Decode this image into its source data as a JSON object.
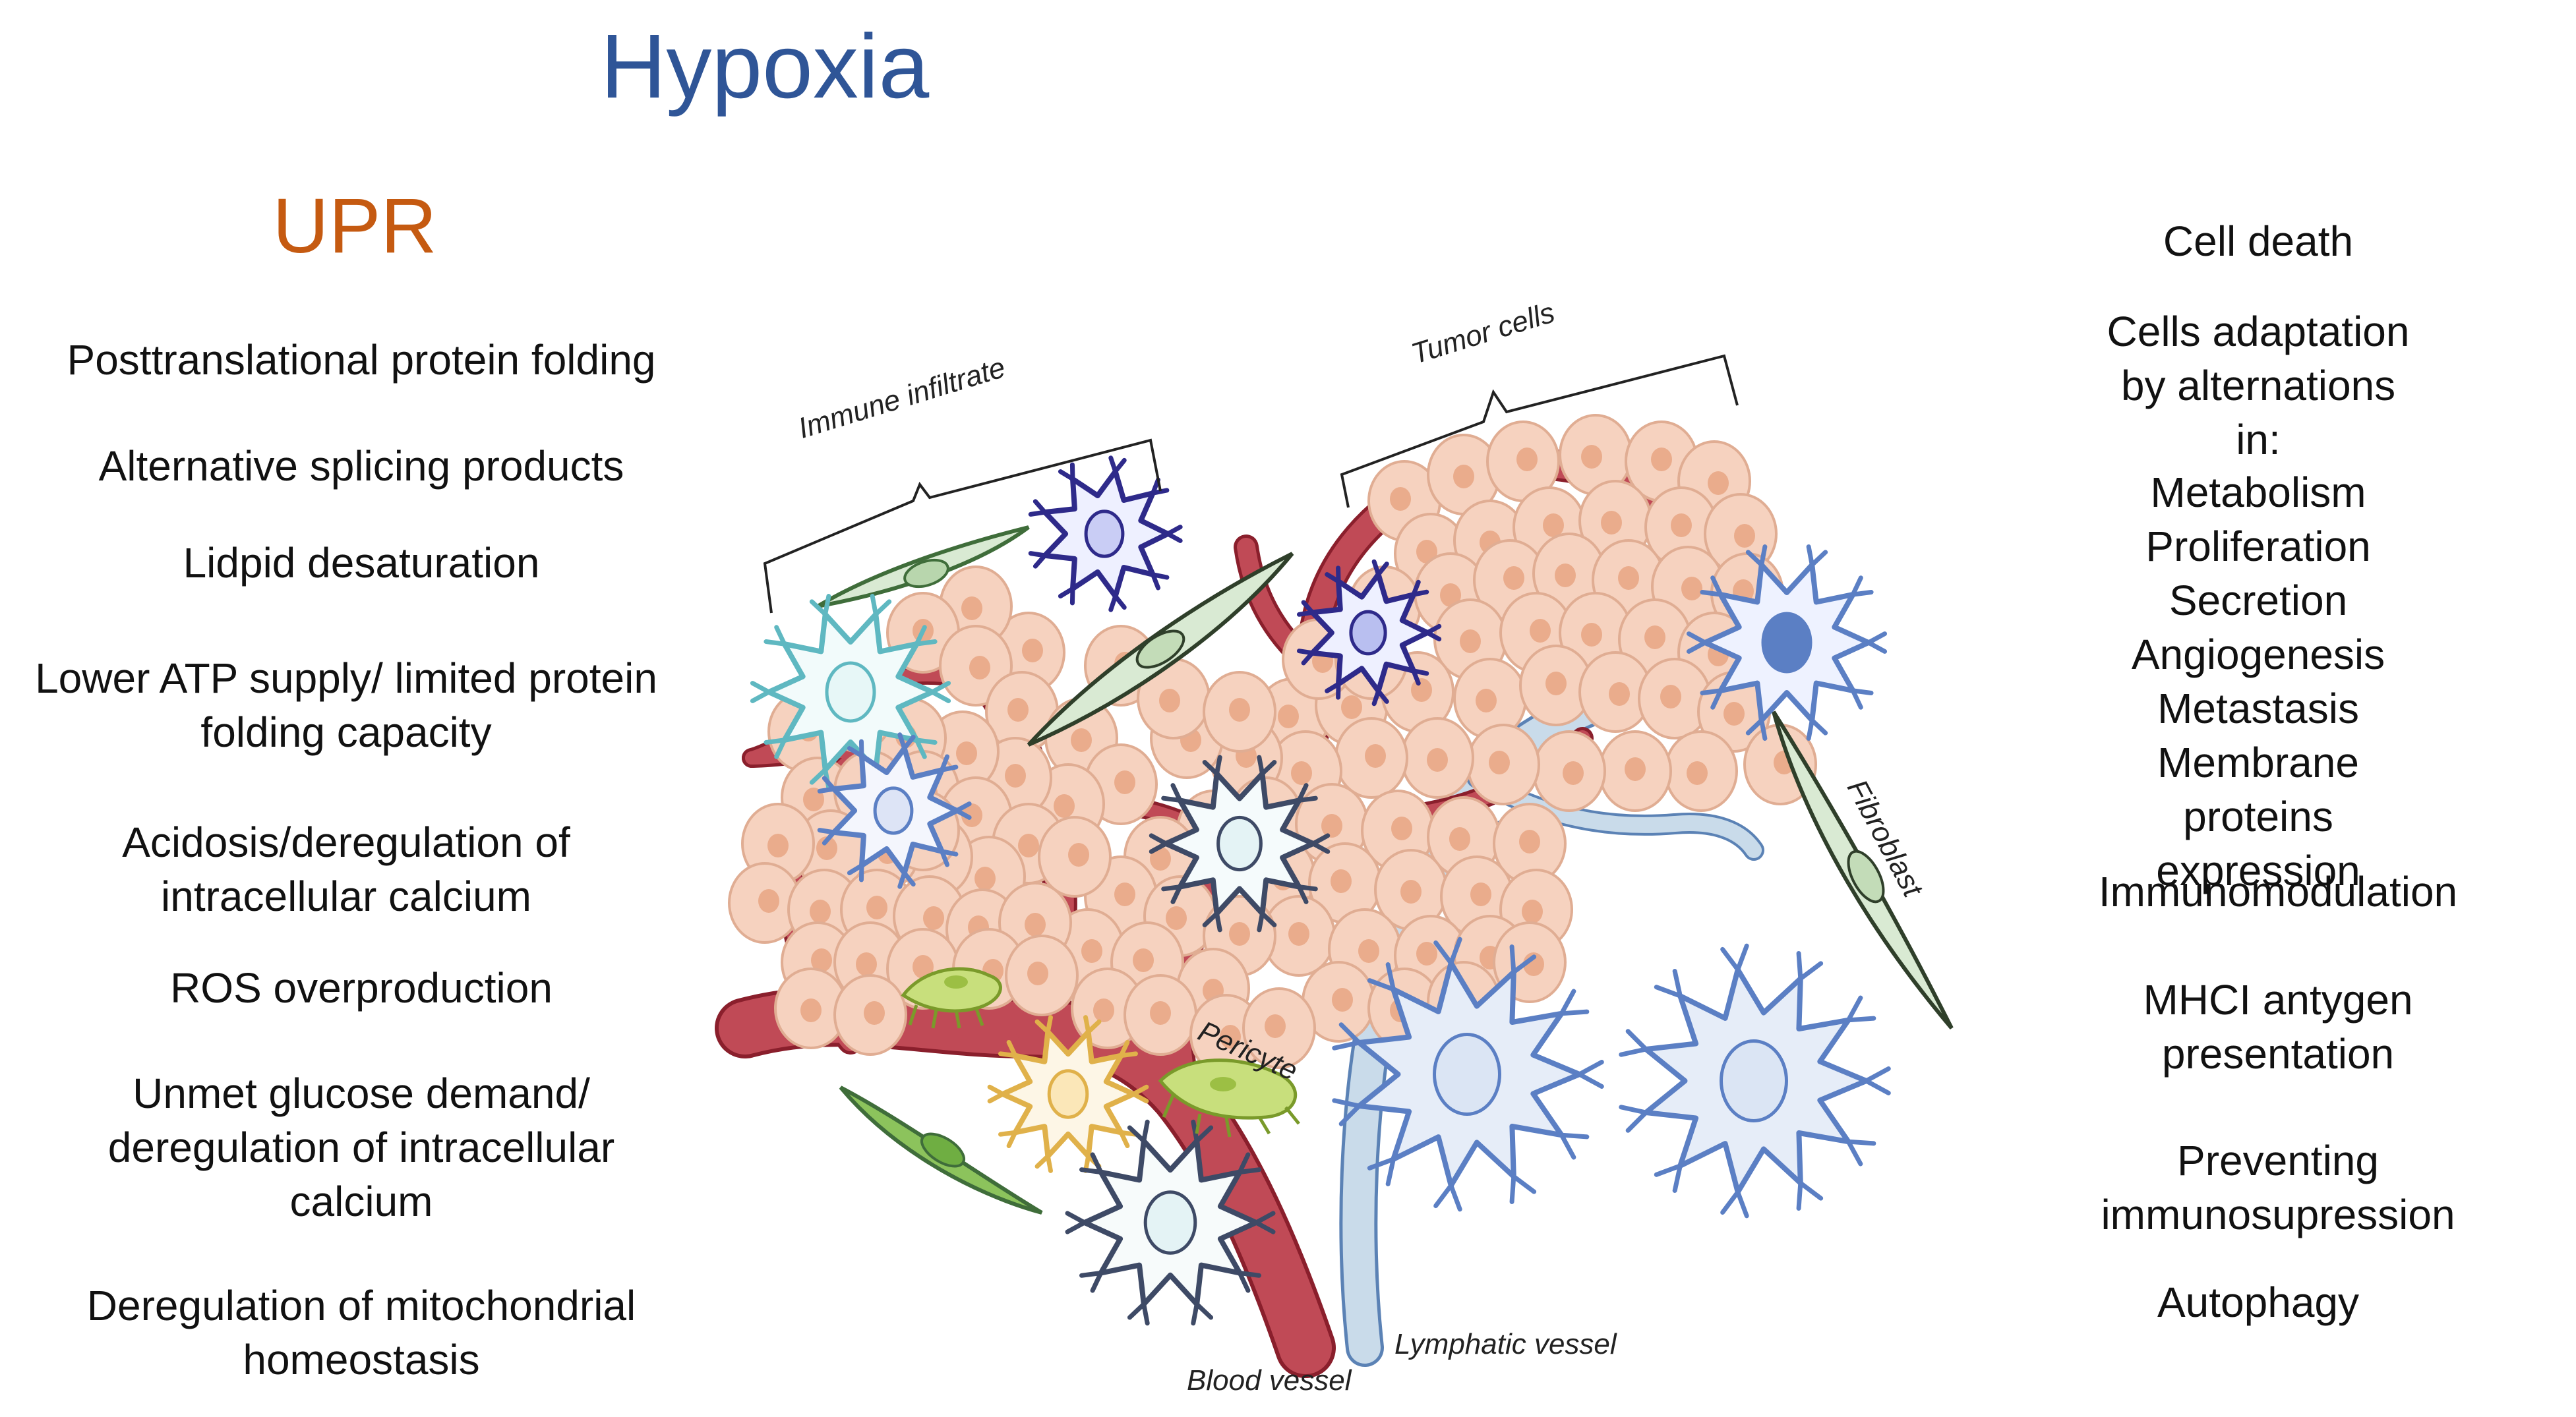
{
  "title": "Hypoxia",
  "upr": {
    "heading": "UPR",
    "items": [
      "Posttranslational protein folding",
      "Alternative splicing products",
      "Lidpid desaturation",
      "Lower ATP supply/ limited protein\nfolding capacity",
      "Acidosis/deregulation of\nintracellular calcium",
      "ROS overproduction",
      "Unmet glucose demand/\nderegulation of intracellular\ncalcium",
      "Deregulation of mitochondrial\nhomeostasis"
    ]
  },
  "effects": {
    "cell_death": "Cell death",
    "adaptation": "Cells adaptation\nby alternations in:",
    "alterations": "Metabolism\nProliferation\nSecretion\nAngiogenesis\nMetastasis\nMembrane proteins expression",
    "immunomodulation": "Immunomodulation",
    "mhci": "MHCI antygen\npresentation",
    "preventing": "Preventing\nimmunosupression",
    "autophagy": "Autophagy"
  },
  "illustration": {
    "labels": {
      "tumor_cells": "Tumor cells",
      "immune_infiltrate": "Immune infiltrate",
      "fibroblast": "Fibroblast",
      "pericyte": "Pericyte",
      "lymphatic_vessel": "Lymphatic vessel",
      "blood_vessel": "Blood vessel"
    },
    "colors": {
      "tumor_cell": "#f6d2bf",
      "tumor_nucleus": "#e8a683",
      "blood_vessel": "#b93a47",
      "lymphatic_vessel": "#c9dbea",
      "fibroblast": "#d9ead3",
      "immune_dark_blue": "#2e2a8a",
      "immune_light_blue": "#5b7fc4",
      "immune_cyan": "#5fb8c1",
      "pericyte": "#b7d36b",
      "title": "#2f5597",
      "upr": "#c55a11"
    }
  }
}
